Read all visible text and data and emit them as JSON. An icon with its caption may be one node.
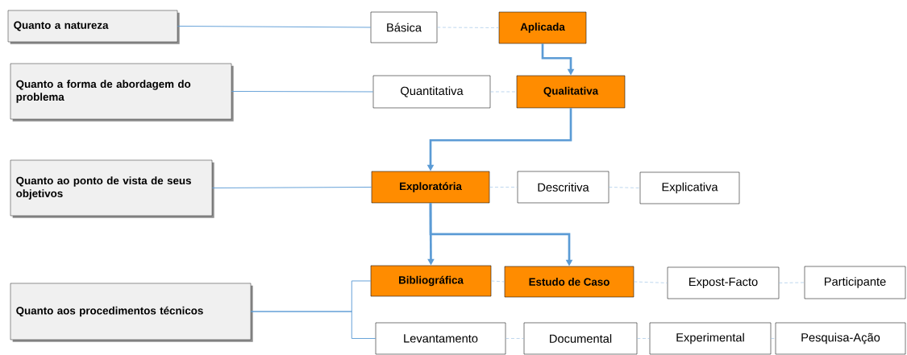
{
  "diagram": {
    "nodes": [
      {
        "text": [
          "Quanto a natureza"
        ]
      },
      {
        "text": [
          "Básica"
        ]
      },
      {
        "text": [
          "Aplicada"
        ]
      },
      {
        "text": [
          "Quanto a forma de abordagem do problema"
        ]
      },
      {
        "text": [
          "Quantitativa"
        ]
      },
      {
        "text": [
          "Qualitativa"
        ]
      },
      {
        "text": [
          "Quanto ao ponto de vista de seus objetivos"
        ]
      },
      {
        "text": [
          "Exploratória"
        ]
      },
      {
        "text": [
          "Descritiva"
        ]
      },
      {
        "text": [
          "Explicativa"
        ]
      },
      {
        "text": [
          "Quanto aos procedimentos técnicos"
        ]
      },
      {
        "text": [
          "Bibliográfica"
        ]
      },
      {
        "text": [
          "Estudo de Caso"
        ]
      },
      {
        "text": [
          "Expost-Facto"
        ]
      },
      {
        "text": [
          "Participante"
        ]
      },
      {
        "text": [
          "Levantamento"
        ]
      },
      {
        "text": [
          "Documental"
        ]
      },
      {
        "text": [
          "Experimental"
        ]
      },
      {
        "text": [
          "Pesquisa-Ação"
        ]
      }
    ],
    "edges": [
      {
        "from": 0,
        "to": 1,
        "arrow": "none"
      },
      {
        "from": 1,
        "to": 2,
        "arrow": "none",
        "style": "dashed",
        "color": "#9dc3e6"
      },
      {
        "from": 2,
        "to": 5,
        "arrow": "to",
        "style": "thick"
      },
      {
        "from": 3,
        "to": 4,
        "arrow": "none"
      },
      {
        "from": 4,
        "to": 5,
        "arrow": "none",
        "style": "dashed",
        "color": "#9dc3e6"
      },
      {
        "from": 5,
        "to": 7,
        "arrow": "to",
        "style": "thick"
      },
      {
        "from": 6,
        "to": 7,
        "arrow": "none"
      },
      {
        "from": 7,
        "to": 8,
        "arrow": "none",
        "style": "dashed",
        "color": "#9dc3e6"
      },
      {
        "from": 8,
        "to": 9,
        "arrow": "none",
        "style": "dashed",
        "color": "#9dc3e6"
      },
      {
        "from": 7,
        "to": 11,
        "arrow": "to",
        "style": "thick"
      },
      {
        "from": 7,
        "to": 12,
        "arrow": "to",
        "style": "thick"
      },
      {
        "from": 10,
        "to": 11,
        "arrow": "none"
      },
      {
        "from": 10,
        "to": 15,
        "arrow": "none"
      },
      {
        "from": 11,
        "to": 12,
        "arrow": "none",
        "style": "dashed",
        "color": "#9dc3e6"
      },
      {
        "from": 12,
        "to": 13,
        "arrow": "none",
        "style": "dashed",
        "color": "#9dc3e6"
      },
      {
        "from": 13,
        "to": 14,
        "arrow": "none",
        "style": "dashed",
        "color": "#9dc3e6"
      },
      {
        "from": 15,
        "to": 16,
        "arrow": "none",
        "style": "dashed",
        "color": "#9dc3e6"
      },
      {
        "from": 16,
        "to": 17,
        "arrow": "none",
        "style": "dashed",
        "color": "#9dc3e6"
      },
      {
        "from": 17,
        "to": 18,
        "arrow": "none",
        "style": "dashed",
        "color": "#9dc3e6"
      }
    ]
  }
}
